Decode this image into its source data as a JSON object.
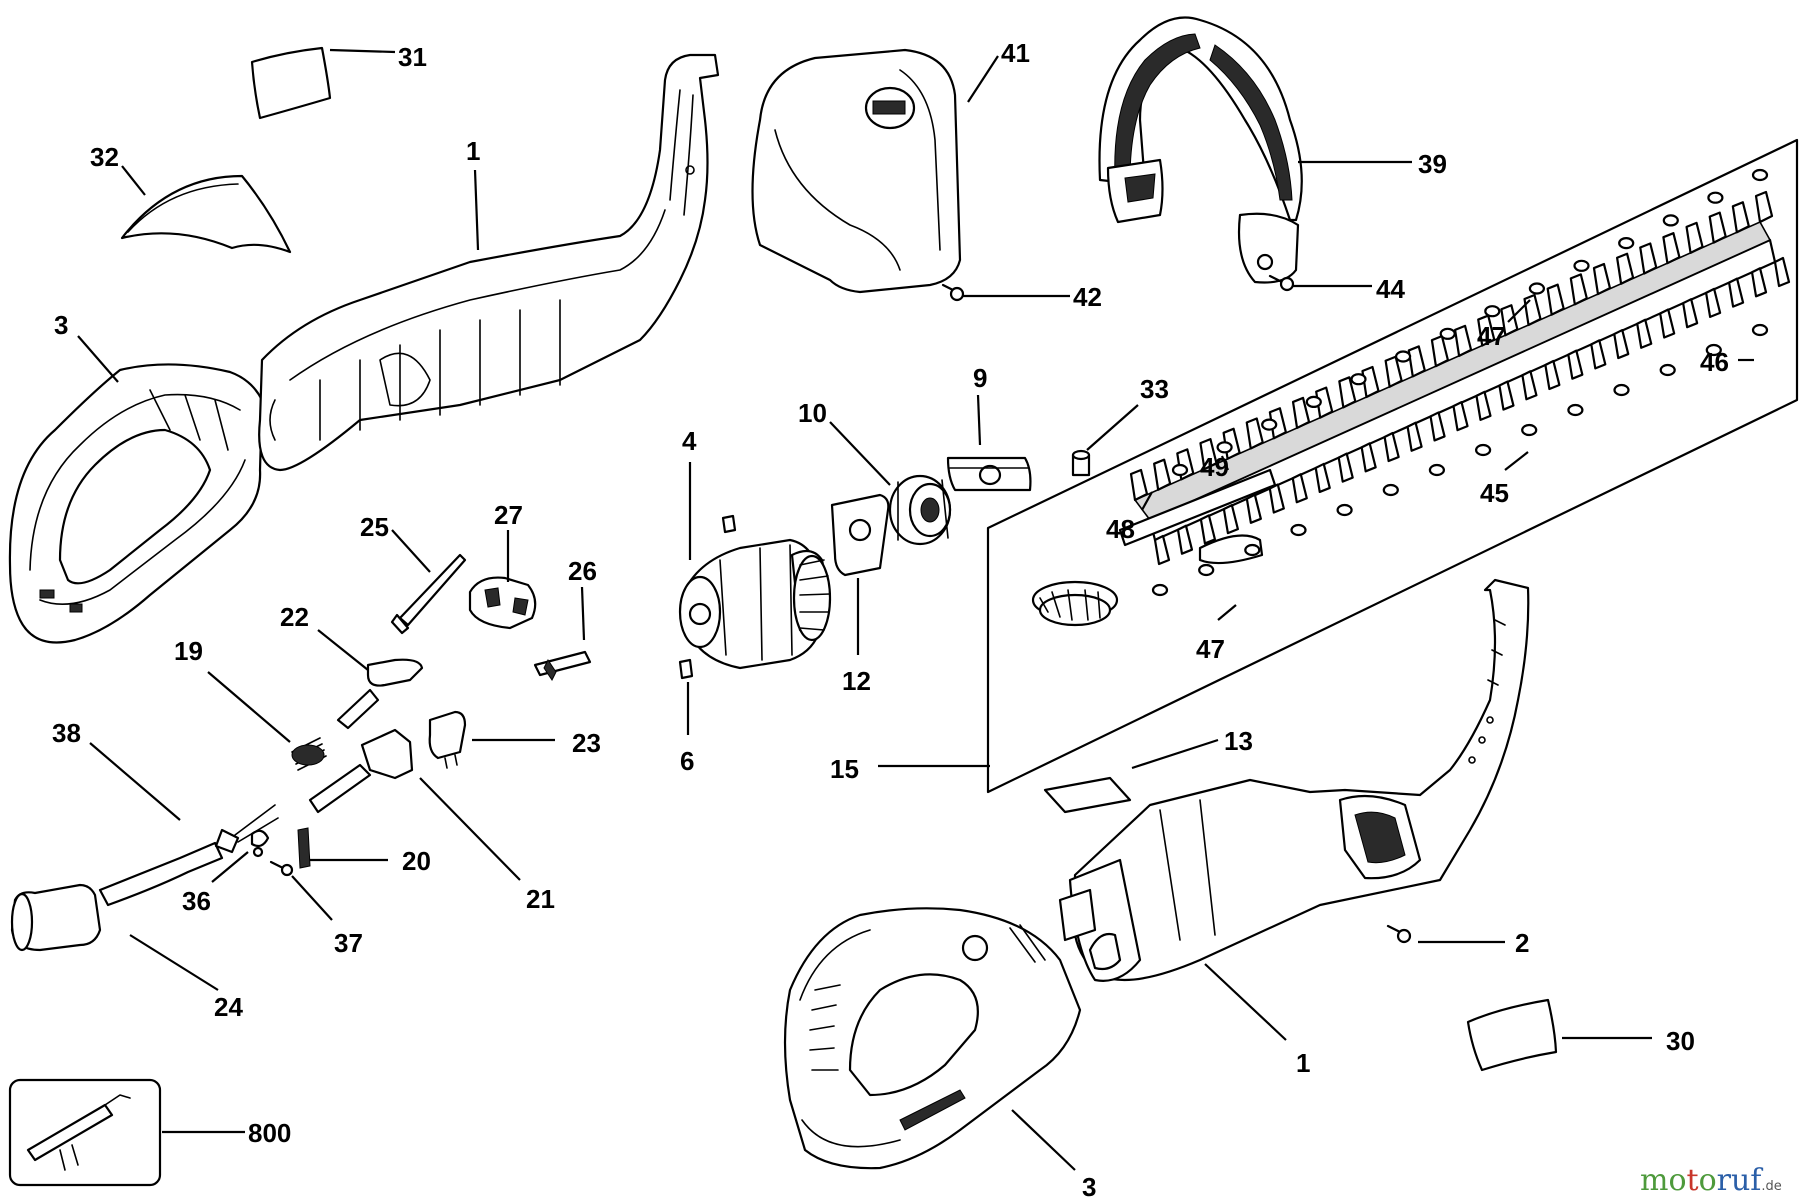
{
  "labels": {
    "p31": "31",
    "p32": "32",
    "p1a": "1",
    "p41": "41",
    "p39": "39",
    "p3a": "3",
    "p42": "42",
    "p44": "44",
    "p47a": "47",
    "p46": "46",
    "p9": "9",
    "p33": "33",
    "p10": "10",
    "p4": "4",
    "p49": "49",
    "p45": "45",
    "p48": "48",
    "p25": "25",
    "p27": "27",
    "p26": "26",
    "p22": "22",
    "p12": "12",
    "p47b": "47",
    "p19": "19",
    "p23": "23",
    "p6": "6",
    "p13": "13",
    "p15": "15",
    "p38": "38",
    "p20": "20",
    "p21": "21",
    "p36": "36",
    "p37": "37",
    "p2": "2",
    "p24": "24",
    "p1b": "1",
    "p30": "30",
    "p800": "800",
    "p3b": "3"
  },
  "watermark": {
    "part_mo": "mo",
    "part_t": "t",
    "part_o": "o",
    "part_ruf": "ruf",
    "suffix": ".de"
  }
}
